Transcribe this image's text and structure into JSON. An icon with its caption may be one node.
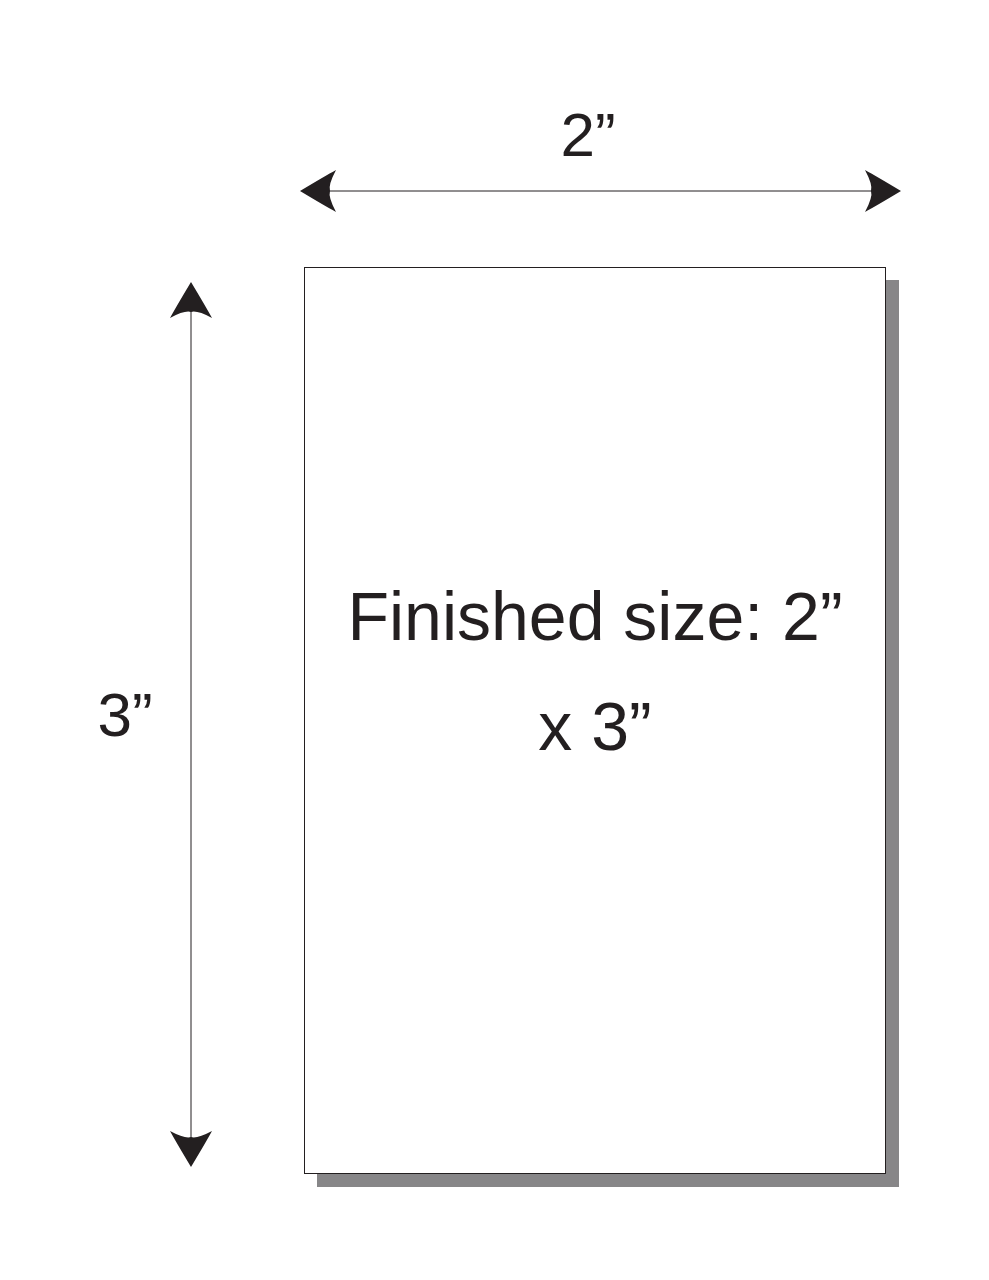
{
  "diagram": {
    "nodes": [
      {
        "text": [
          "Finished size: 2” x 3”"
        ]
      }
    ],
    "labels": [
      "2”",
      "3”"
    ]
  }
}
